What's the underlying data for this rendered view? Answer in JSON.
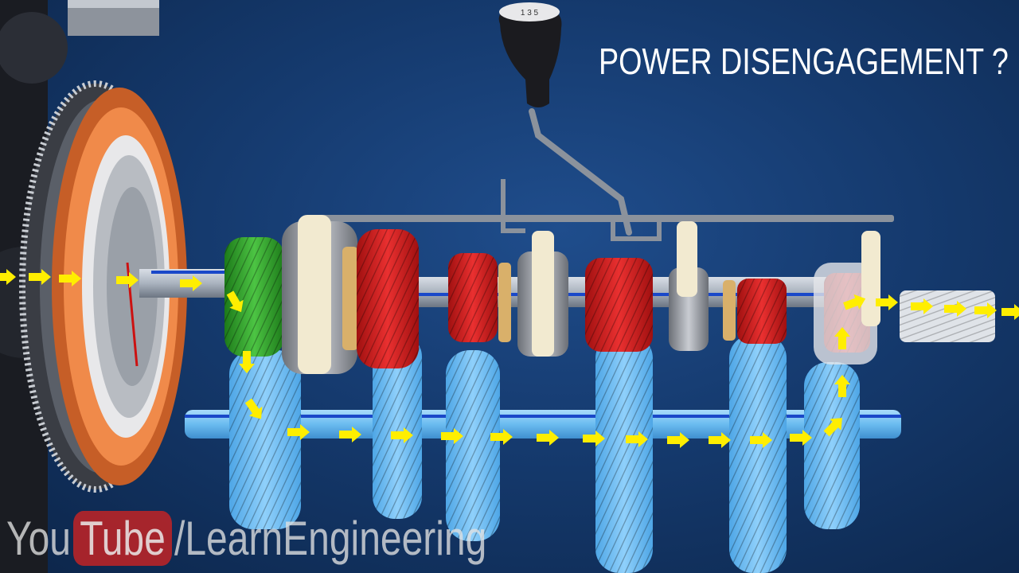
{
  "overlay": {
    "title": "POWER DISENGAGEMENT ?"
  },
  "watermark": {
    "you": "You",
    "tube": "Tube",
    "handle": "/LearnEngineering"
  },
  "colors": {
    "background": "#153a6e",
    "flow_arrow": "#ffee00",
    "drive_gear": "#2e9e2a",
    "speed_gear": "#d62020",
    "countershaft": "#6bbcf0",
    "clutch": "#e07a3c",
    "synchro": "#f2ead0"
  },
  "icons": [
    "shift-knob-icon",
    "flow-arrow-icon"
  ]
}
